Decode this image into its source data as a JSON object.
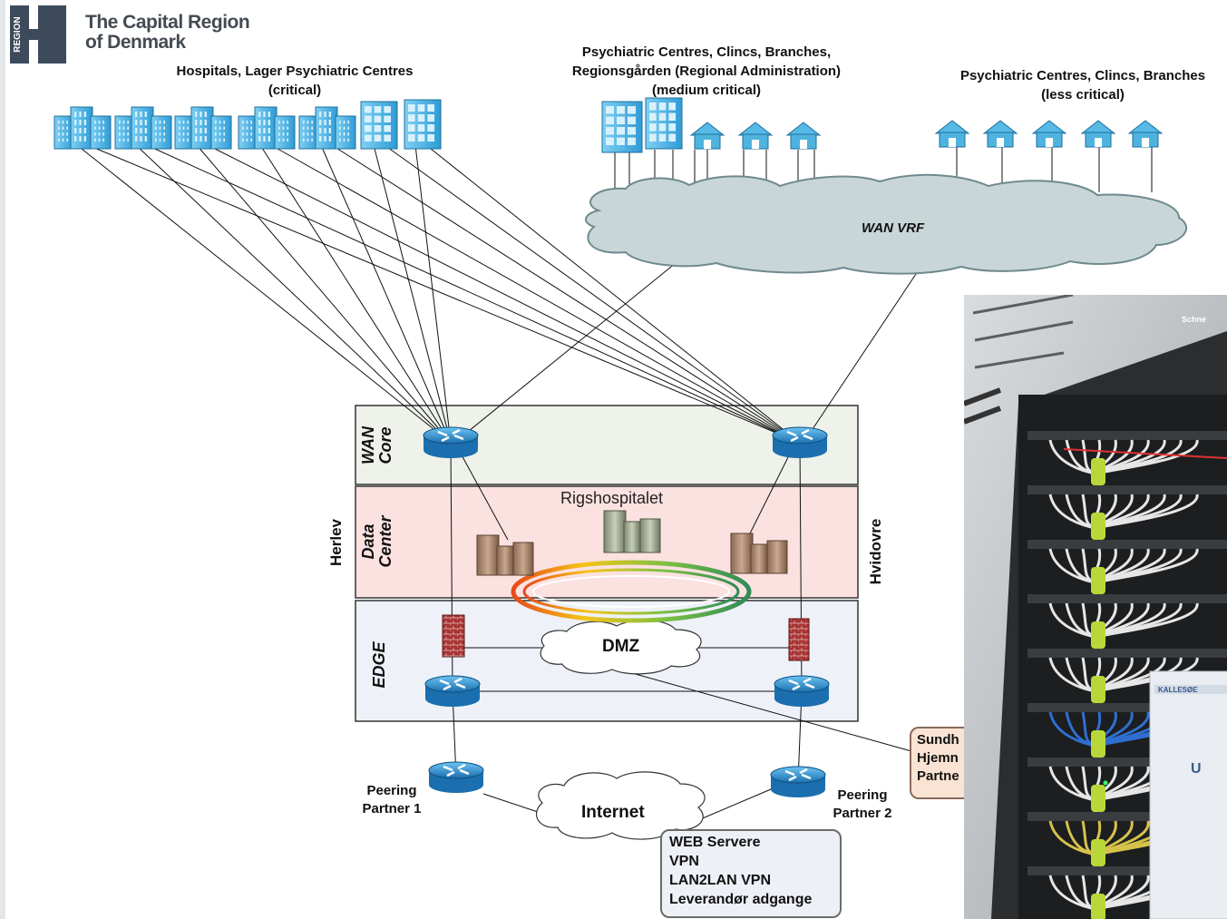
{
  "logo": {
    "mark_text": "REGION",
    "name_line1": "The Capital Region",
    "name_line2": "of Denmark"
  },
  "groups": {
    "critical": {
      "line1": "Hospitals, Lager Psychiatric Centres",
      "line2": "(critical)"
    },
    "medium": {
      "line1": "Psychiatric Centres, Clincs, Branches,",
      "line2": "Regionsgården (Regional Administration)",
      "line3": "(medium critical)"
    },
    "less": {
      "line1": "Psychiatric Centres, Clincs, Branches",
      "line2": "(less critical)"
    }
  },
  "cloud_wan": "WAN VRF",
  "bands": {
    "wan_core": "WAN\nCore",
    "data_center": "Data\nCenter",
    "edge": "EDGE"
  },
  "datacenter_site": "Rigshospitalet",
  "sites": {
    "left": "Herlev",
    "right": "Hvidovre"
  },
  "dmz": "DMZ",
  "internet": "Internet",
  "peering": {
    "p1_line1": "Peering",
    "p1_line2": "Partner 1",
    "p2_line1": "Peering",
    "p2_line2": "Partner 2"
  },
  "services_box": [
    "WEB Servere",
    "VPN",
    "LAN2LAN VPN",
    "Leverandør adgange"
  ],
  "partner_box": [
    "Sundh",
    "Hjemn",
    "Partne"
  ],
  "colors": {
    "band_wan": "#eef2ea",
    "band_dc": "#fce1e1",
    "band_edge": "#eef1f8",
    "building": "#4fb3e0",
    "cloud": "#c9d6d8",
    "router": "#2a8fd0"
  },
  "photo": {
    "brand_text": "Schne",
    "label_text": "KALLESØE",
    "big_letter": "U"
  }
}
